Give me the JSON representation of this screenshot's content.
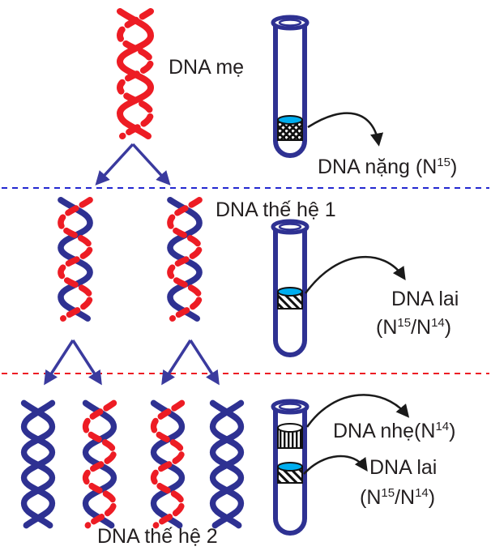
{
  "colors": {
    "parent_strand_red": "#ED1C24",
    "new_strand_blue": "#2E3192",
    "tube_outline_blue": "#2E3192",
    "meniscus_cyan": "#00AEEF",
    "branch_arrow_blue": "#3A3A9E",
    "separator_blue": "#2428D0",
    "separator_red": "#ED1C24",
    "label_text": "#231F20",
    "callout_arrow_black": "#1A1A1A"
  },
  "labels": {
    "parent_dna": "DNA mẹ",
    "heavy_dna": {
      "pre": "DNA nặng (N",
      "sup": "15",
      "post": ")"
    },
    "generation1": "DNA thế hệ 1",
    "hybrid_dna_gen1": {
      "name": "DNA lai",
      "formula": {
        "pre": "(N",
        "sup1": "15",
        "mid": "/N",
        "sup2": "14",
        "post": ")"
      }
    },
    "light_dna": {
      "pre": "DNA nhẹ(N",
      "sup": "14",
      "post": ")"
    },
    "hybrid_dna_gen2": {
      "name": "DNA lai",
      "formula": {
        "pre": "(N",
        "sup1": "15",
        "mid": "/N",
        "sup2": "14",
        "post": ")"
      }
    },
    "generation2": "DNA thế hệ 2"
  }
}
